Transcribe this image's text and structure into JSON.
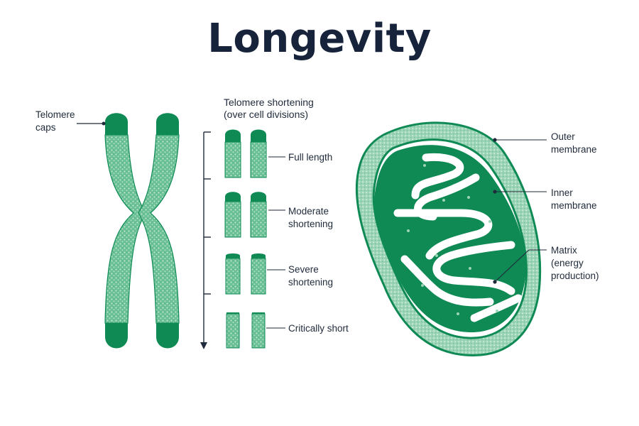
{
  "title": "Longevity",
  "colors": {
    "dark_green": "#0f8a55",
    "light_green": "#5fb98d",
    "text": "#1f2a3a",
    "leader_line": "#1f2a3a"
  },
  "chromosome": {
    "label_lines": [
      "Telomere",
      "caps"
    ]
  },
  "telomere_series": {
    "heading_lines": [
      "Telomere shortening",
      "(over cell divisions)"
    ],
    "stages": [
      {
        "label_lines": [
          "Full length"
        ]
      },
      {
        "label_lines": [
          "Moderate",
          "shortening"
        ]
      },
      {
        "label_lines": [
          "Severe",
          "shortening"
        ]
      },
      {
        "label_lines": [
          "Critically short"
        ]
      }
    ]
  },
  "mitochondrion": {
    "labels": [
      {
        "name": "outer-membrane",
        "lines": [
          "Outer",
          "membrane"
        ]
      },
      {
        "name": "inner-membrane",
        "lines": [
          "Inner",
          "membrane"
        ]
      },
      {
        "name": "matrix",
        "lines": [
          "Matrix",
          "(energy",
          "production)"
        ]
      }
    ]
  }
}
